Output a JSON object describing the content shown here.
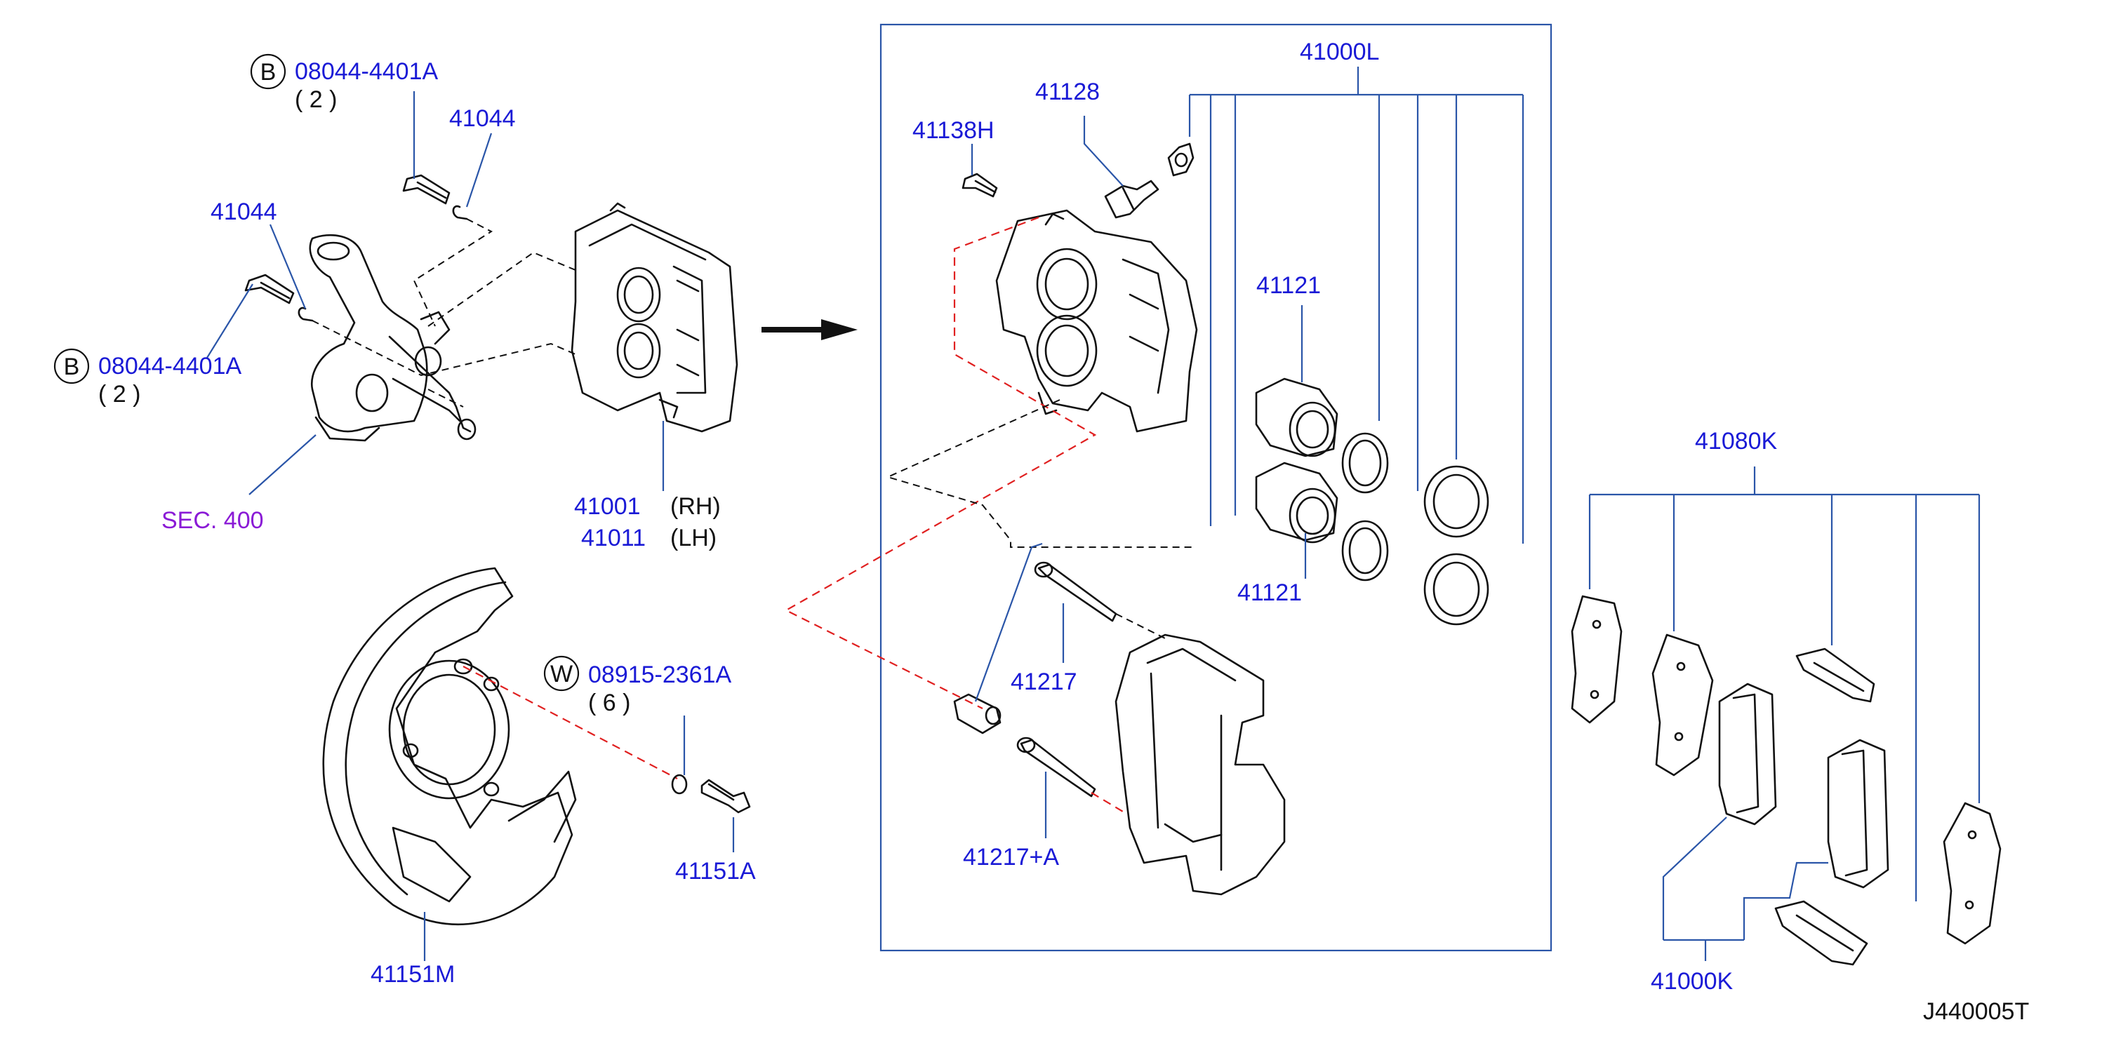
{
  "labels": {
    "l_08044_top": "08044-4401A",
    "l_qty2_top": "( 2 )",
    "l_41044_a": "41044",
    "l_41044_b": "41044",
    "l_08044_mid": "08044-4401A",
    "l_qty2_mid": "( 2 )",
    "l_sec": "SEC. 400",
    "l_41001": "41001",
    "l_rh": "(RH)",
    "l_41011": "41011",
    "l_lh": "(LH)",
    "l_08915": "08915-2361A",
    "l_qty6": "( 6 )",
    "l_41151a": "41151A",
    "l_41151m": "41151M",
    "l_41000l": "41000L",
    "l_41128": "41128",
    "l_41138h": "41138H",
    "l_41121_a": "41121",
    "l_41121_b": "41121",
    "l_41217": "41217",
    "l_41217a": "41217+A",
    "l_41080k": "41080K",
    "l_41000k": "41000K",
    "l_code": "J440005T"
  },
  "badges": {
    "b_top": "B",
    "b_mid": "B",
    "w_washer": "W"
  },
  "colors": {
    "label_blue": "#1a1ad6",
    "leader_blue": "#2a55a8",
    "dash_red": "#e02020",
    "sec_purple": "#8a1ad6"
  }
}
